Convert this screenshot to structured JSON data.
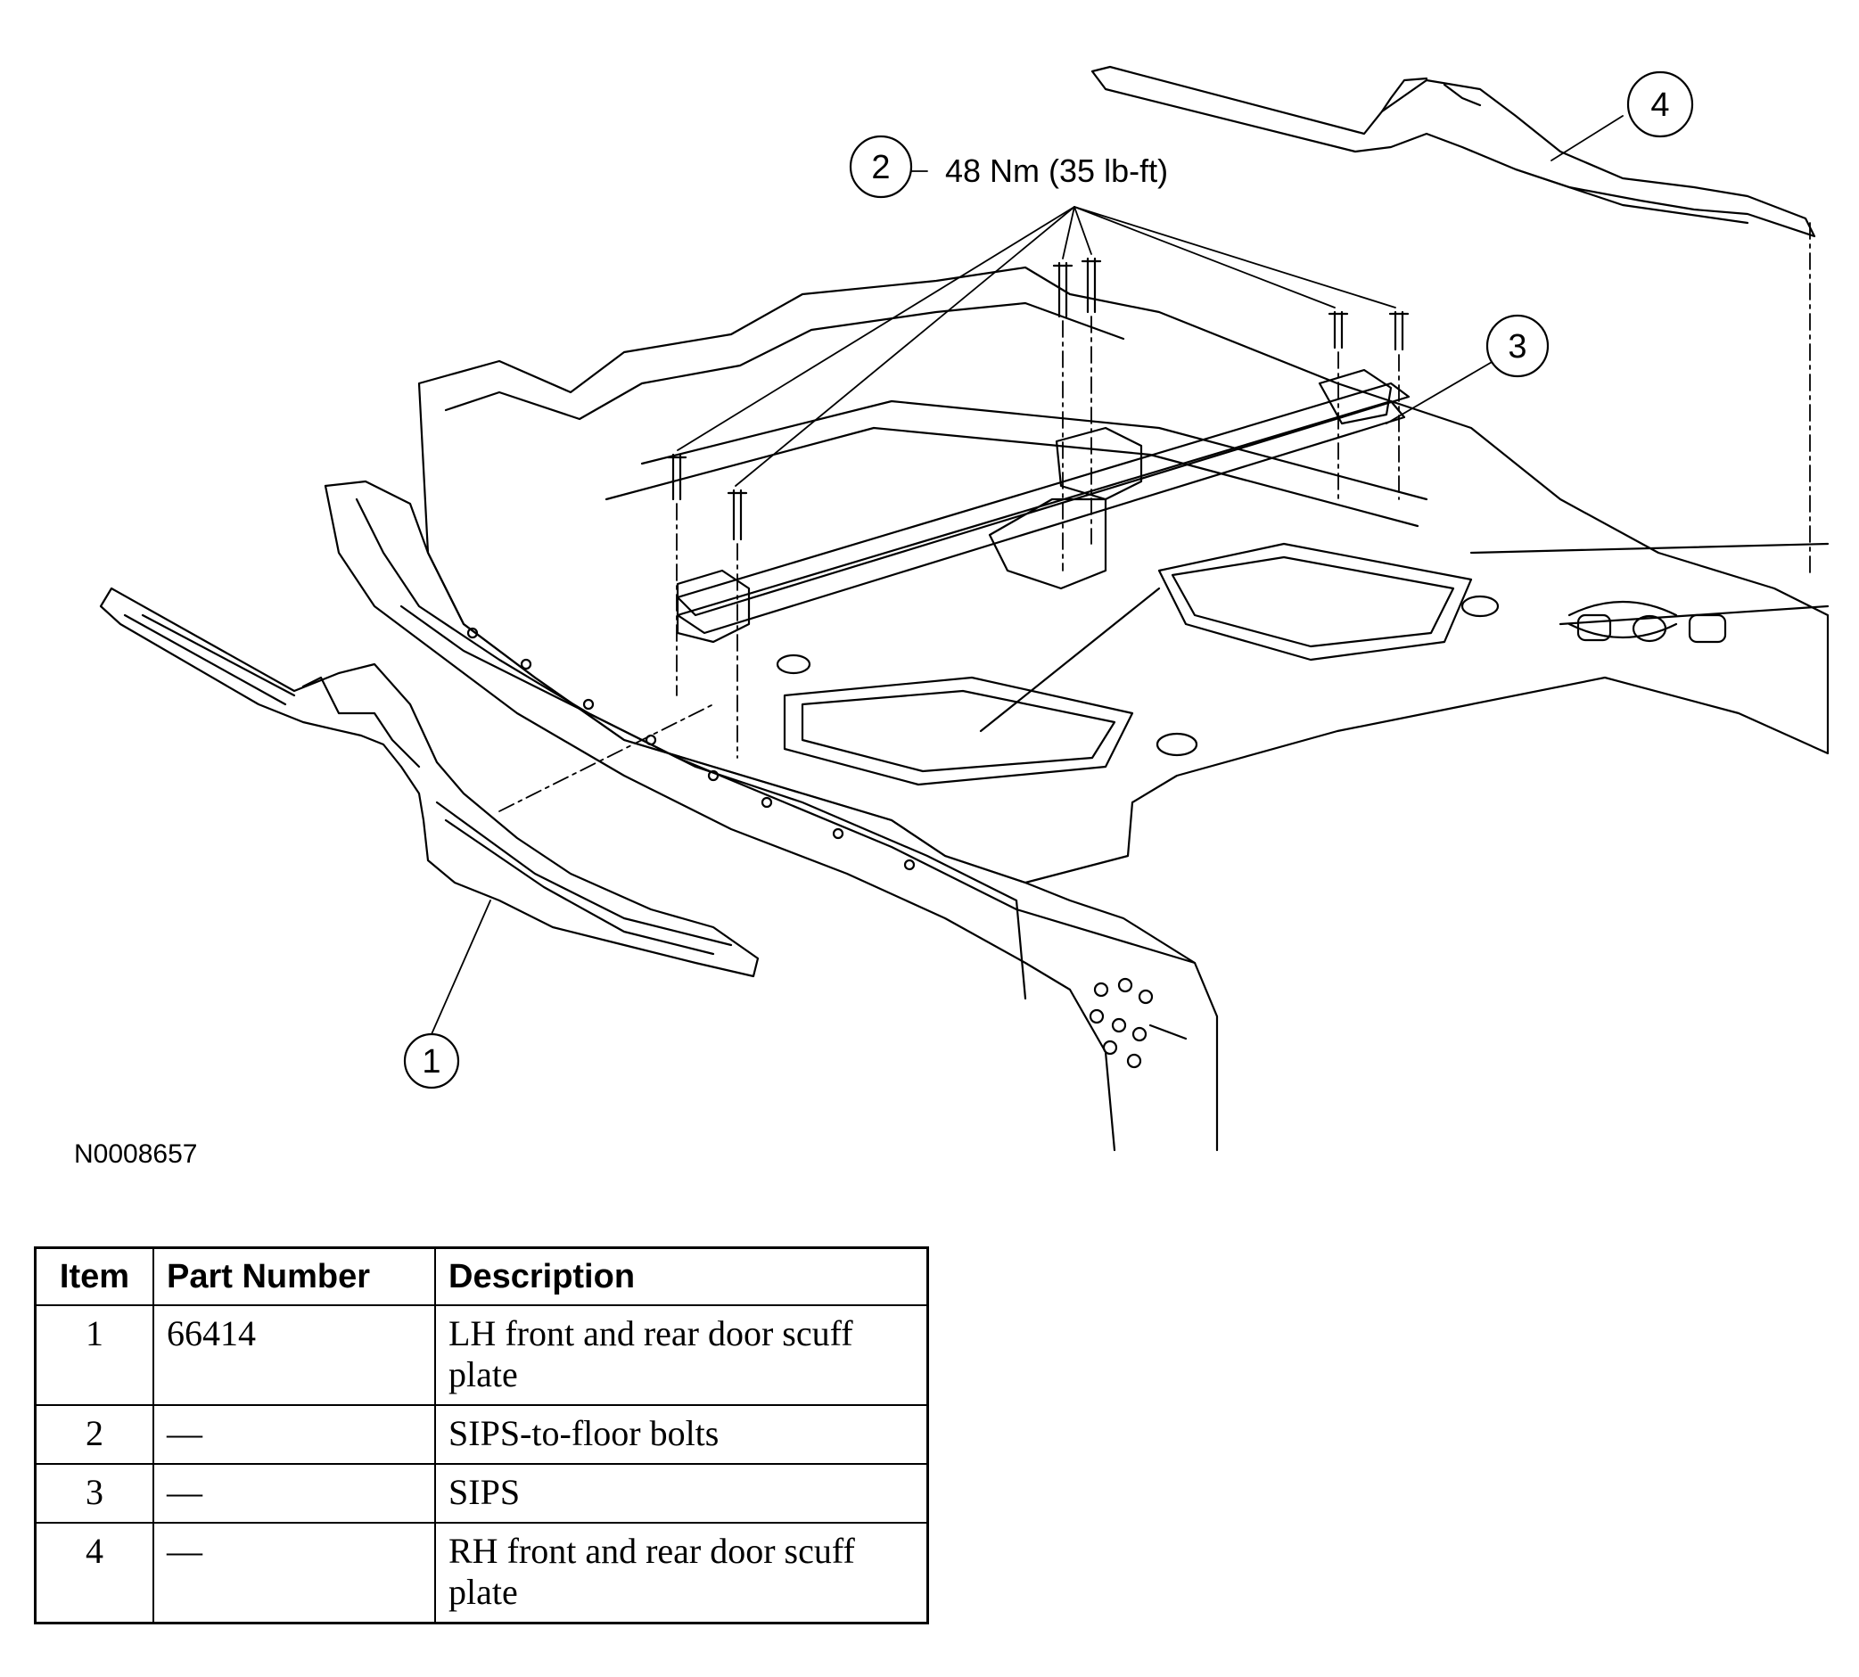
{
  "figure_id": "N0008657",
  "torque_spec": "48 Nm (35 lb-ft)",
  "callouts": [
    "1",
    "2",
    "3",
    "4"
  ],
  "table": {
    "headers": [
      "Item",
      "Part Number",
      "Description"
    ],
    "rows": [
      {
        "item": "1",
        "part_number": "66414",
        "description": "LH front and rear door scuff plate"
      },
      {
        "item": "2",
        "part_number": "—",
        "description": "SIPS-to-floor bolts"
      },
      {
        "item": "3",
        "part_number": "—",
        "description": "SIPS"
      },
      {
        "item": "4",
        "part_number": "—",
        "description": "RH front and rear door scuff plate"
      }
    ]
  }
}
